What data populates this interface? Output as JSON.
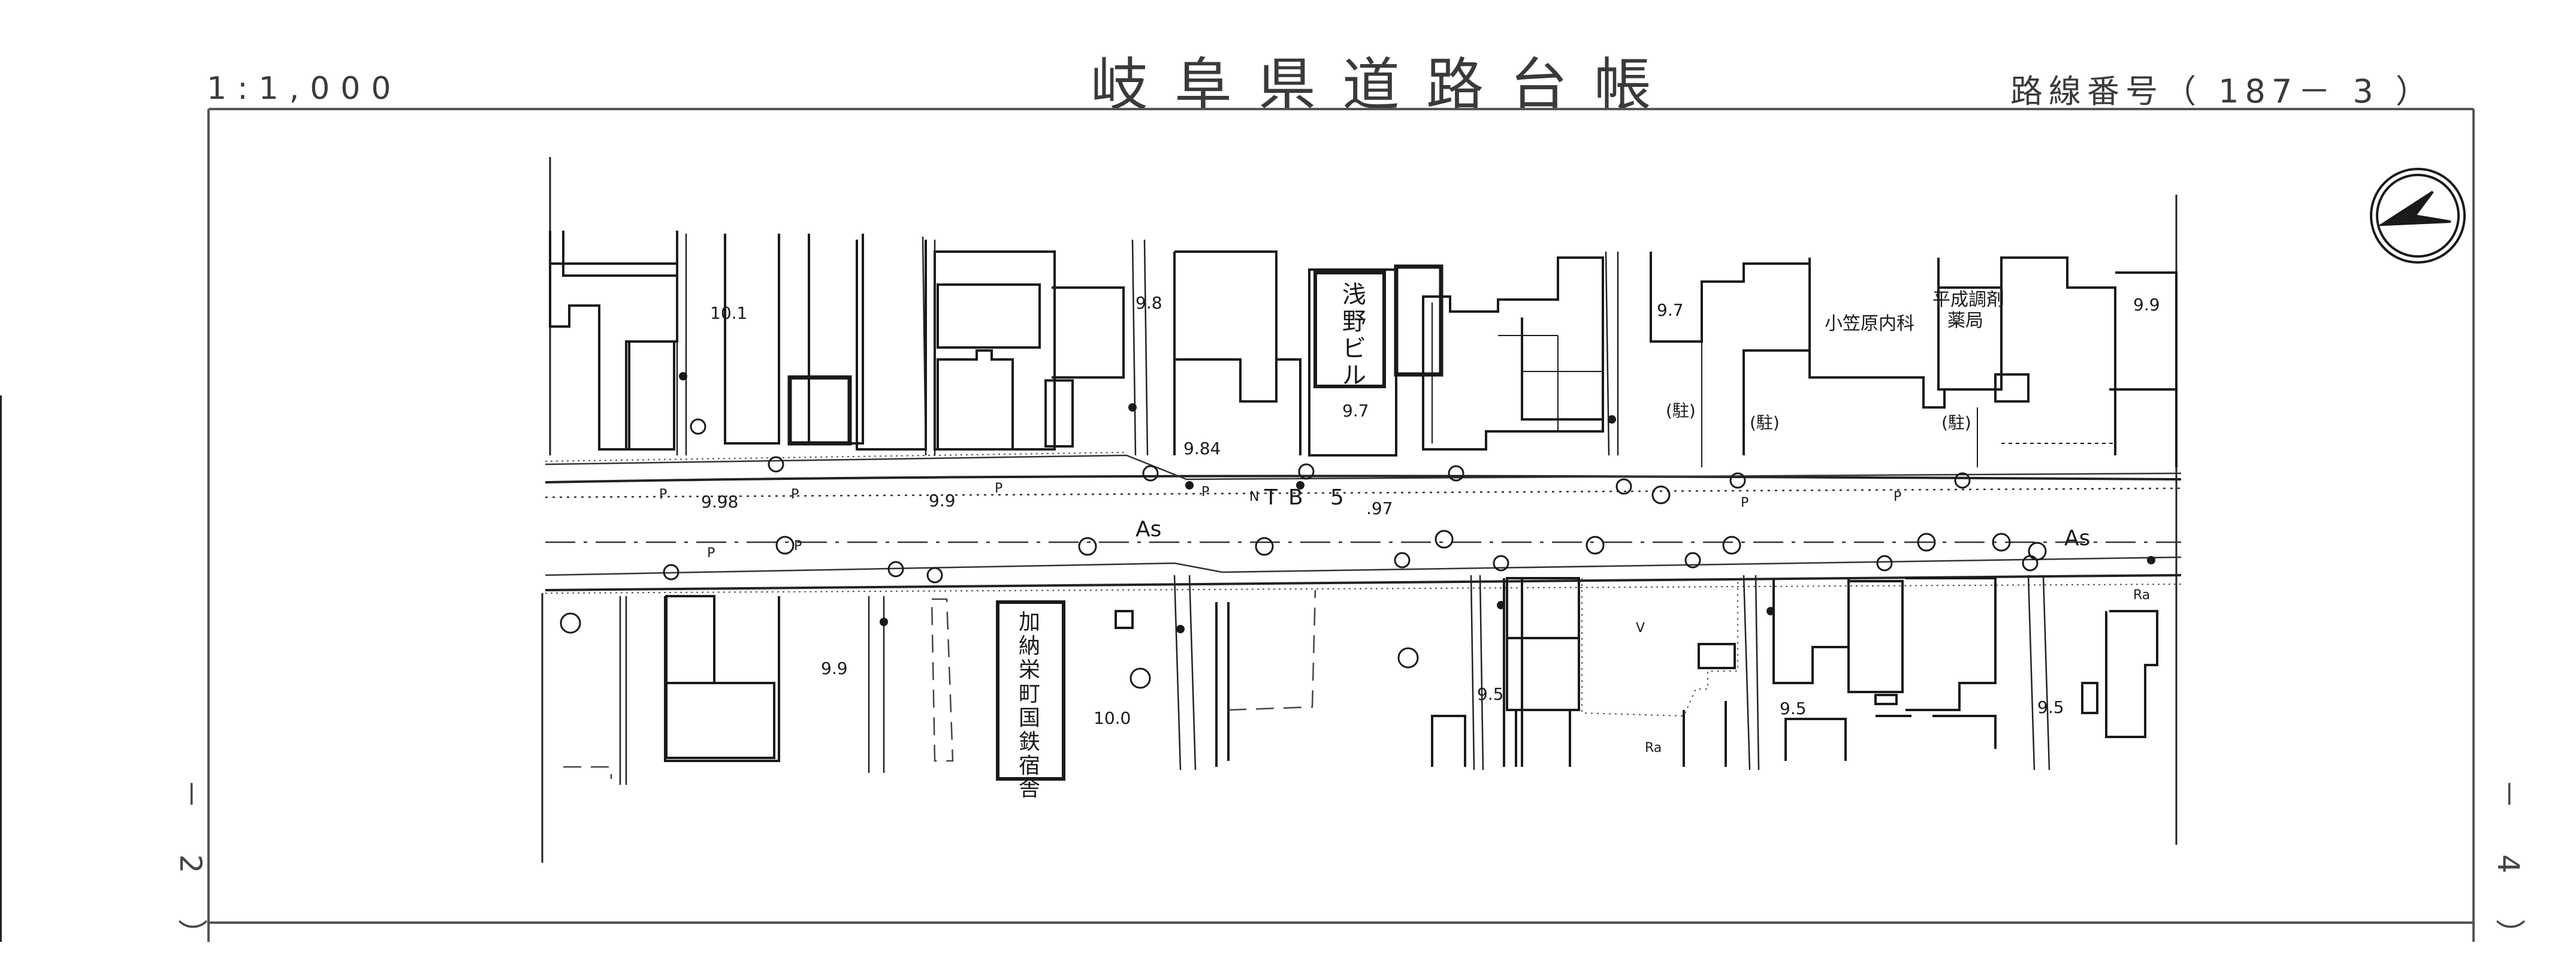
{
  "header": {
    "scale": "1:1,000",
    "title": "岐阜県道路台帳",
    "route_label": "路線番号（ 187－ 3 ）"
  },
  "adjacent_sheets": {
    "left": "－ 2 ）",
    "right": "－ 4 ）"
  },
  "map": {
    "north_arrow_icon": "north-arrow-icon",
    "buildings": {
      "asano_building": "浅野ビル",
      "clinic": "小笠原内科",
      "pharmacy": "平成調剤薬局",
      "dormitory": "加納栄町国鉄宿舎"
    },
    "parking_labels": [
      "(駐)",
      "(駐)",
      "(駐)"
    ],
    "elevations": [
      "10.1",
      "9.8",
      "9.84",
      "9.7",
      "9.7",
      "9.9",
      "9.98",
      "9.9",
      ".97",
      "9.5",
      "9.5",
      "9.5",
      "10.0"
    ],
    "road_labels": [
      "As",
      "As",
      "T",
      "B",
      "5"
    ],
    "symbol_labels": [
      "P",
      "N",
      "V",
      "Ra"
    ],
    "colors": {
      "ink": "#1a1a1a",
      "frame": "#444444",
      "paper": "#ffffff"
    }
  }
}
